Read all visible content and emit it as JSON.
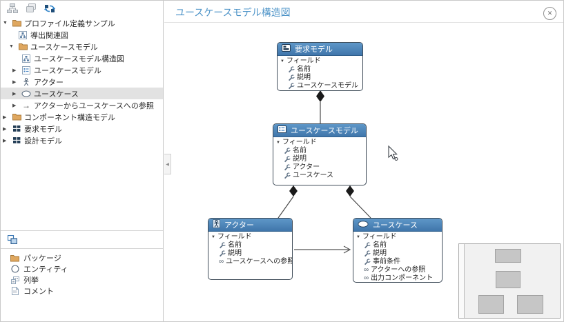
{
  "icons": {
    "expander_expanded": "▼",
    "expander_collapsed": "▶",
    "arrow_reference": "→",
    "reference": "∞",
    "close": "✕",
    "collapse_handle": "◀"
  },
  "sidebar": {
    "tree": {
      "items": [
        {
          "label": "プロファイル定義サンプル",
          "icon": "folder",
          "expander": "▼",
          "selected": false
        },
        {
          "label": "導出関連図",
          "icon": "diagram",
          "expander": "",
          "selected": false
        },
        {
          "label": "ユースケースモデル",
          "icon": "folder",
          "expander": "▼",
          "selected": false
        },
        {
          "label": "ユースケースモデル構造図",
          "icon": "diagram",
          "expander": "",
          "selected": false
        },
        {
          "label": "ユースケースモデル",
          "icon": "entity",
          "expander": "▶",
          "selected": false
        },
        {
          "label": "アクター",
          "icon": "actor",
          "expander": "▶",
          "selected": false
        },
        {
          "label": "ユースケース",
          "icon": "ellipse",
          "expander": "▶",
          "selected": true
        },
        {
          "label": "アクターからユースケースへの参照",
          "icon": "arrow",
          "expander": "▶",
          "selected": false
        },
        {
          "label": "コンポーネント構造モデル",
          "icon": "folder",
          "expander": "▶",
          "selected": false
        },
        {
          "label": "要求モデル",
          "icon": "model",
          "expander": "▶",
          "selected": false
        },
        {
          "label": "設計モデル",
          "icon": "model",
          "expander": "▶",
          "selected": false
        }
      ]
    },
    "palette": {
      "items": [
        {
          "label": "パッケージ",
          "icon": "folder"
        },
        {
          "label": "エンティティ",
          "icon": "circle"
        },
        {
          "label": "列挙",
          "icon": "enum"
        },
        {
          "label": "コメント",
          "icon": "comment"
        }
      ]
    }
  },
  "main": {
    "title": "ユースケースモデル構造図"
  },
  "diagram": {
    "fields_label": "フィールド",
    "boxes": [
      {
        "title": "要求モデル",
        "icon": "model",
        "fields": [
          {
            "name": "名前",
            "kind": "attr"
          },
          {
            "name": "説明",
            "kind": "attr"
          },
          {
            "name": "ユースケースモデル",
            "kind": "attr"
          }
        ]
      },
      {
        "title": "ユースケースモデル",
        "icon": "entity",
        "fields": [
          {
            "name": "名前",
            "kind": "attr"
          },
          {
            "name": "説明",
            "kind": "attr"
          },
          {
            "name": "アクター",
            "kind": "attr"
          },
          {
            "name": "ユースケース",
            "kind": "attr"
          }
        ]
      },
      {
        "title": "アクター",
        "icon": "actor",
        "fields": [
          {
            "name": "名前",
            "kind": "attr"
          },
          {
            "name": "説明",
            "kind": "attr"
          },
          {
            "name": "ユースケースへの参照",
            "kind": "ref"
          }
        ]
      },
      {
        "title": "ユースケース",
        "icon": "ellipse",
        "fields": [
          {
            "name": "名前",
            "kind": "attr"
          },
          {
            "name": "説明",
            "kind": "attr"
          },
          {
            "name": "事前条件",
            "kind": "attr"
          },
          {
            "name": "アクターへの参照",
            "kind": "ref"
          },
          {
            "name": "出力コンポーネント",
            "kind": "ref"
          }
        ]
      }
    ],
    "relations": [
      {
        "from": "要求モデル",
        "to": "ユースケースモデル",
        "type": "composition"
      },
      {
        "from": "ユースケースモデル",
        "to": "アクター",
        "type": "composition"
      },
      {
        "from": "ユースケースモデル",
        "to": "ユースケース",
        "type": "composition"
      },
      {
        "from": "アクター",
        "to": "ユースケース",
        "type": "reference"
      }
    ]
  },
  "colors": {
    "accent": "#4e94c8",
    "box_header": "#4076ab",
    "selection": "#e2e2e2",
    "folder": "#dfa75f"
  }
}
